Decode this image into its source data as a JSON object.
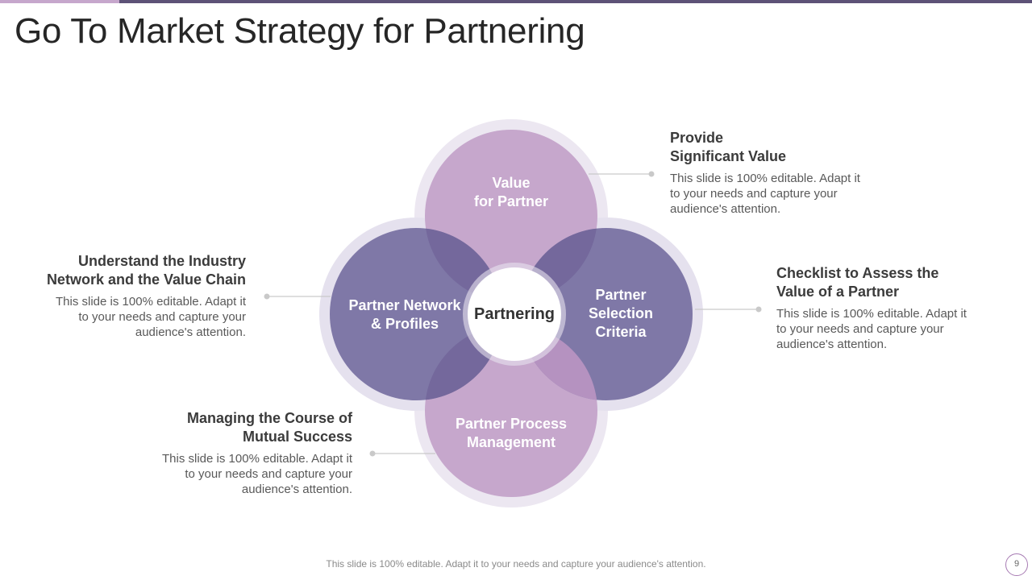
{
  "slide": {
    "title": "Go To Market Strategy for Partnering",
    "footer": "This slide is 100% editable. Adapt it to your needs and capture your audience's attention.",
    "page_number": "9"
  },
  "diagram": {
    "center": "Partnering",
    "circles": {
      "top": "Value\nfor Partner",
      "left": "Partner Network\n& Profiles",
      "right": "Partner\nSelection\nCriteria",
      "bottom": "Partner Process\nManagement"
    }
  },
  "callouts": {
    "top_right": {
      "heading": "Provide\nSignificant Value",
      "body": "This slide is 100% editable. Adapt it\nto your needs and capture your\naudience's attention."
    },
    "right": {
      "heading": "Checklist to Assess the\nValue of a Partner",
      "body": "This slide is 100% editable. Adapt it\nto your needs and capture your\naudience's attention."
    },
    "left": {
      "heading": "Understand the Industry\nNetwork and the Value Chain",
      "body": "This slide is 100% editable. Adapt it\nto your needs and capture your\naudience's attention."
    },
    "bottom_left": {
      "heading": "Managing the Course of\nMutual Success",
      "body": "This slide is 100% editable. Adapt it\nto your needs and capture your\naudience's attention."
    }
  },
  "colors": {
    "light_purple": "#c6a7cc",
    "dark_purple": "#7f78a7",
    "ring": "#ece7f1",
    "overlap": "#74689c",
    "bar": "#5d5277"
  }
}
